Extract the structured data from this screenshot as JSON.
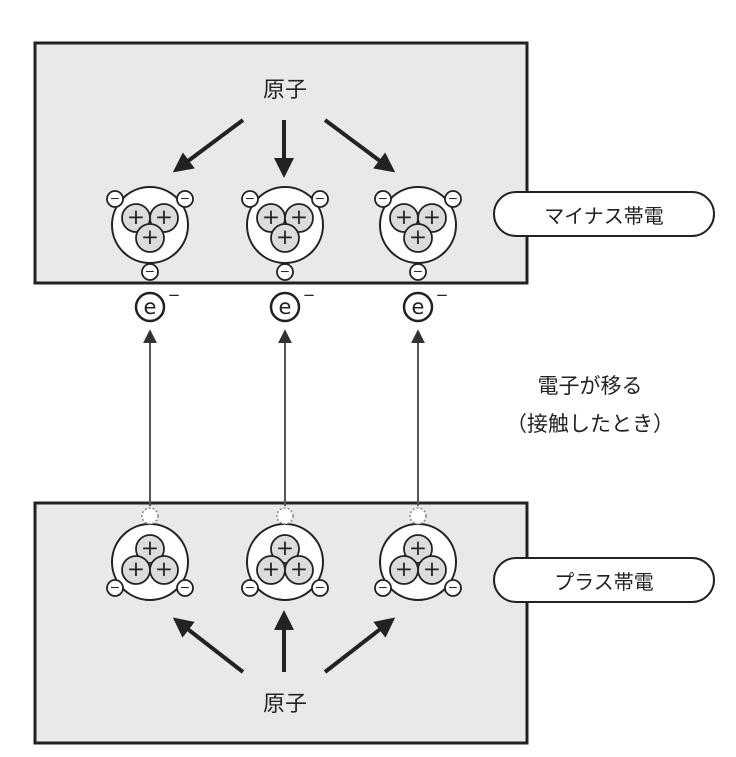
{
  "top_section": {
    "atom_label": "原子",
    "charge_label": "マイナス帯電",
    "electron_symbol": "e",
    "electron_superscript": "−"
  },
  "transfer": {
    "line1": "電子が移る",
    "line2": "（接触したとき）"
  },
  "bottom_section": {
    "atom_label": "原子",
    "charge_label": "プラス帯電"
  },
  "symbols": {
    "proton": "+",
    "electron": "−"
  },
  "colors": {
    "panel_fill": "#e9e9e7",
    "ink": "#222222"
  }
}
